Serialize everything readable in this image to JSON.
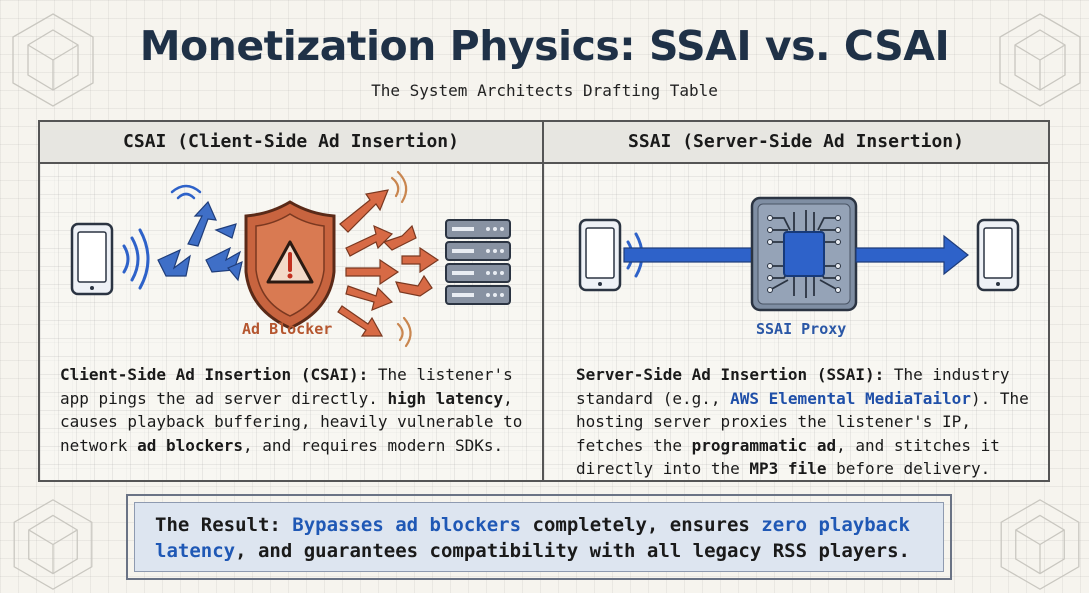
{
  "header": {
    "title": "Monetization Physics: SSAI vs. CSAI",
    "subtitle": "The System Architects Drafting Table"
  },
  "csai": {
    "heading": "CSAI (Client-Side Ad Insertion)",
    "caption": "Ad Blocker",
    "desc_lead": "Client-Side Ad Insertion (CSAI):",
    "desc_1": " The listener's app pings the ad server directly. ",
    "desc_bold_1": "high latency",
    "desc_2": ", causes playback buffering, heavily vulnerable to network ",
    "desc_bold_2": "ad blockers",
    "desc_3": ", and requires modern SDKs."
  },
  "ssai": {
    "heading": "SSAI (Server-Side Ad Insertion)",
    "caption": "SSAI Proxy",
    "desc_lead": "Server-Side Ad Insertion (SSAI):",
    "desc_1": " The industry standard (e.g., ",
    "desc_link": "AWS Elemental MediaTailor",
    "desc_2": "). The hosting server proxies the listener's IP, fetches the ",
    "desc_bold_1": "programmatic ad",
    "desc_3": ", and stitches it directly into the ",
    "desc_bold_2": "MP3 file",
    "desc_4": " before delivery."
  },
  "result": {
    "lead": "The Result: ",
    "hl_1": "Bypasses ad blockers",
    "text_1": " completely, ensures ",
    "hl_2": "zero playback latency",
    "text_2": ", and guarantees compatibility with all legacy RSS players."
  },
  "colors": {
    "title": "#1f3147",
    "accent_blue": "#2e62c9",
    "shield_orange": "#d76a45",
    "caption_orange": "#b5562f",
    "caption_blue": "#2a57a6"
  },
  "icons": [
    "phone-icon",
    "wifi-signal-icon",
    "shield-warning-icon",
    "server-icon",
    "chip-icon",
    "arrow-icon"
  ]
}
